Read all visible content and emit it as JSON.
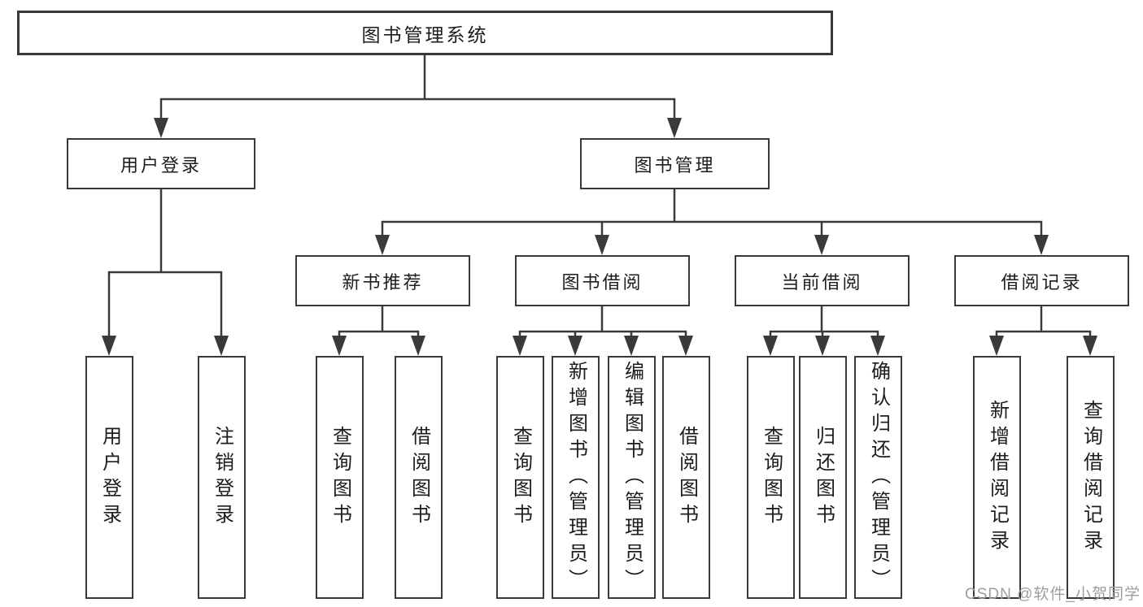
{
  "diagram": {
    "root": {
      "label": "图书管理系统",
      "children": [
        {
          "label": "用户登录",
          "children": [
            {
              "label": "用户登录"
            },
            {
              "label": "注销登录"
            }
          ]
        },
        {
          "label": "图书管理",
          "children": [
            {
              "label": "新书推荐",
              "children": [
                {
                  "label": "查询图书"
                },
                {
                  "label": "借阅图书"
                }
              ]
            },
            {
              "label": "图书借阅",
              "children": [
                {
                  "label": "查询图书"
                },
                {
                  "label": "新增图书（管理员）"
                },
                {
                  "label": "编辑图书（管理员）"
                },
                {
                  "label": "借阅图书"
                }
              ]
            },
            {
              "label": "当前借阅",
              "children": [
                {
                  "label": "查询图书"
                },
                {
                  "label": "归还图书"
                },
                {
                  "label": "确认归还（管理员）"
                }
              ]
            },
            {
              "label": "借阅记录",
              "children": [
                {
                  "label": "新增借阅记录"
                },
                {
                  "label": "查询借阅记录"
                }
              ]
            }
          ]
        }
      ]
    }
  },
  "watermark": {
    "text": "CSDN @软件_小贺同学"
  },
  "colors": {
    "line": "#3a3a3a",
    "box_border": "#383838",
    "text": "#1d1d1d",
    "background": "#ffffff",
    "watermark": "#9e9e9e"
  }
}
